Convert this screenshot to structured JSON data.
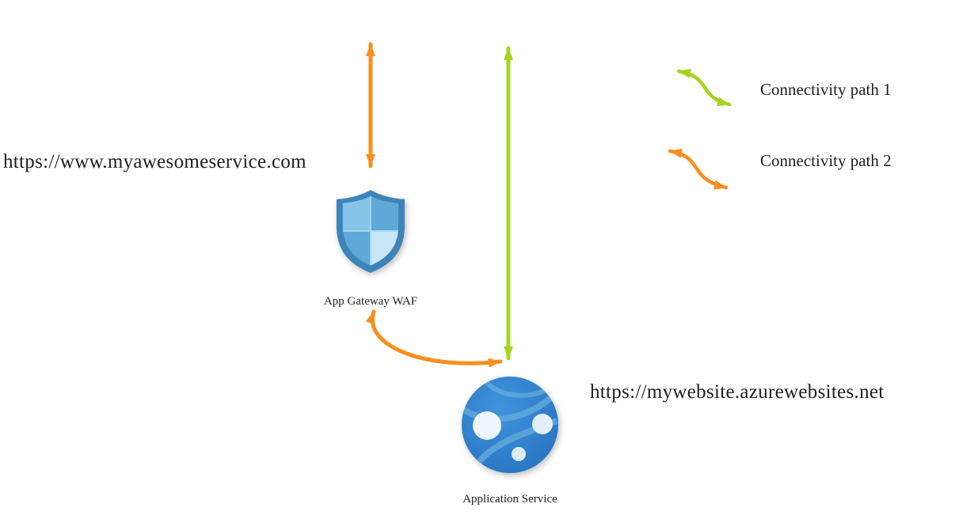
{
  "colors": {
    "orange": "#F78F1E",
    "green": "#A4D41E",
    "shield_blue": "#3D84B8",
    "globe_blue": "#2E7CC8",
    "text": "#1F1F1F"
  },
  "waf": {
    "url": "https://www.myawesomeservice.com",
    "label": "App Gateway WAF"
  },
  "app_service": {
    "url": "https://mywebsite.azurewebsites.net",
    "label": "Application Service"
  },
  "legend": {
    "items": [
      {
        "label": "Connectivity path 1",
        "color": "#A4D41E"
      },
      {
        "label": "Connectivity path 2",
        "color": "#F78F1E"
      }
    ]
  }
}
